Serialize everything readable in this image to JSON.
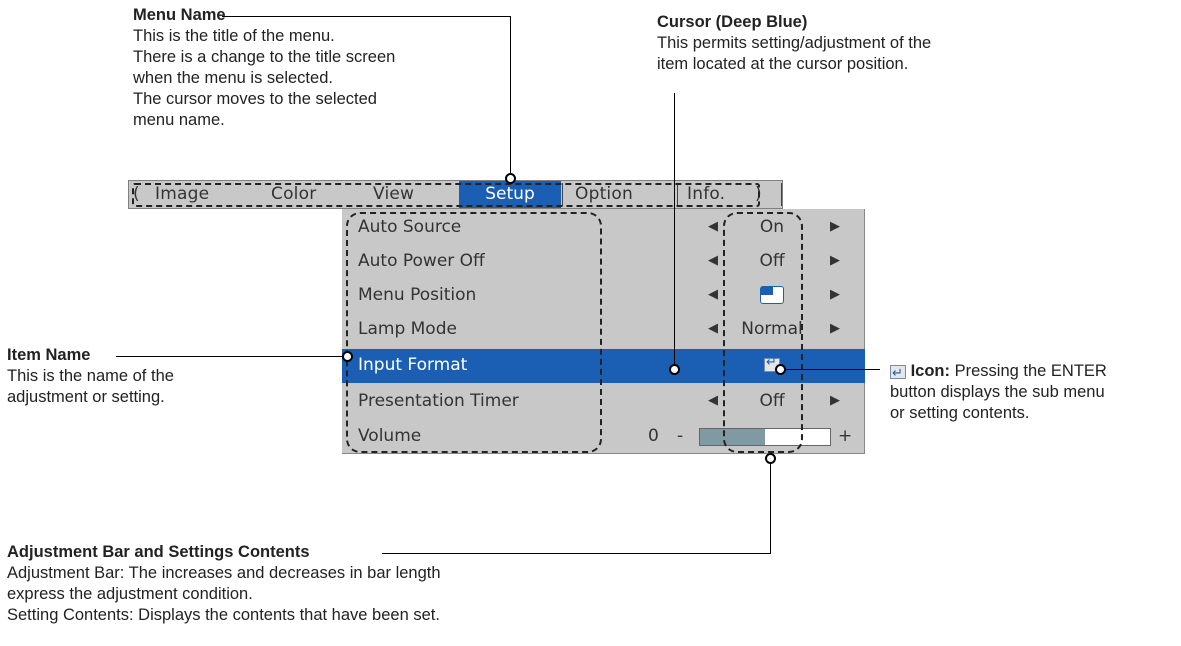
{
  "annotations": {
    "menu_name": {
      "title": "Menu Name",
      "lines": [
        "This is the title of the menu.",
        "There is a change to the title screen",
        "when the menu is selected.",
        "The cursor moves to the selected",
        "menu name."
      ]
    },
    "cursor": {
      "title": "Cursor (Deep Blue)",
      "lines": [
        "This permits setting/adjustment of the",
        "item located at the cursor position."
      ]
    },
    "item_name": {
      "title": "Item Name",
      "lines": [
        "This is the name of the",
        "adjustment or setting."
      ]
    },
    "icon": {
      "title": "Icon:",
      "first_line_rest": " Pressing the ENTER",
      "lines": [
        "button displays the sub menu",
        "or setting contents."
      ]
    },
    "adjust_bar": {
      "title": "Adjustment Bar and Settings Contents",
      "lines": [
        "Adjustment Bar: The increases and decreases in bar length",
        "express the adjustment condition.",
        "Setting Contents: Displays the contents that have been set."
      ]
    }
  },
  "menu": {
    "tabs": [
      "Image",
      "Color",
      "View",
      "Setup",
      "Option",
      "Info."
    ],
    "active_tab": "Setup",
    "items": [
      {
        "name": "Auto Source",
        "value": "On"
      },
      {
        "name": "Auto Power Off",
        "value": "Off"
      },
      {
        "name": "Menu Position",
        "value": "",
        "icon": "menu-position-icon"
      },
      {
        "name": "Lamp Mode",
        "value": "Normal"
      },
      {
        "name": "Input Format",
        "value": "",
        "icon": "enter-icon",
        "selected": true
      },
      {
        "name": "Presentation Timer",
        "value": "Off"
      },
      {
        "name": "Volume",
        "value": "",
        "bar_min": "0",
        "bar_minus": "-",
        "bar_plus": "+",
        "bar_fill": 0.5
      }
    ]
  },
  "colors": {
    "cursor": "#1a5fb4",
    "panel": "#c8c8c8",
    "bar_fill": "#7f9aa3"
  }
}
